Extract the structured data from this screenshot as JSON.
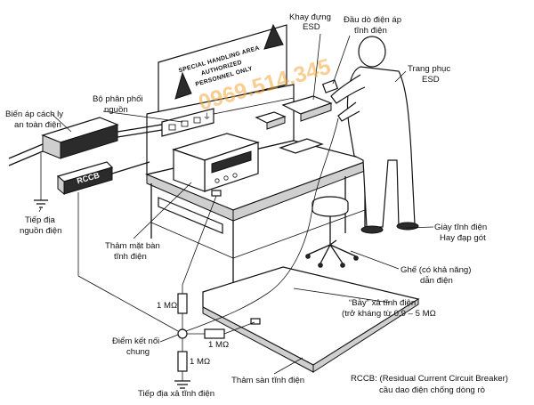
{
  "labels": {
    "tray": [
      "Khay đựng",
      "ESD"
    ],
    "probe": [
      "Đầu dò điện áp",
      "tĩnh điện"
    ],
    "suit": [
      "Trang phục",
      "ESD"
    ],
    "isolation": [
      "Biến áp cách ly",
      "an toàn điện"
    ],
    "power": [
      "Bộ phân phối",
      "nguồn"
    ],
    "ground_source": [
      "Tiếp địa",
      "nguồn điện"
    ],
    "bench_mat": [
      "Thảm mặt bàn",
      "tĩnh điện"
    ],
    "shoes": [
      "Giày tĩnh điện",
      "Hay đạp gót"
    ],
    "chair": [
      "Ghế (có khả năng)",
      "dẫn điện"
    ],
    "strap": [
      "“Bẫy” xả tĩnh điện",
      "(trở kháng từ 0.9 – 5 MΩ"
    ],
    "common_point": [
      "Điểm kết nối",
      "chung"
    ],
    "floor_mat": "Thảm sàn tĩnh điện",
    "ground_esd": "Tiếp địa xả tĩnh điện",
    "rccb_note": [
      "RCCB: (Residual Current Circuit Breaker)",
      "cầu dao điện chống dòng rò"
    ],
    "resistor": "1 MΩ",
    "rccb_box": "RCCB"
  },
  "sign": [
    "SPECIAL HANDLING AREA",
    "AUTHORIZED",
    "PERSONNEL ONLY"
  ],
  "watermark": "0969.514.345",
  "colors": {
    "line": "#111111",
    "watermark": "#f2a63a"
  }
}
